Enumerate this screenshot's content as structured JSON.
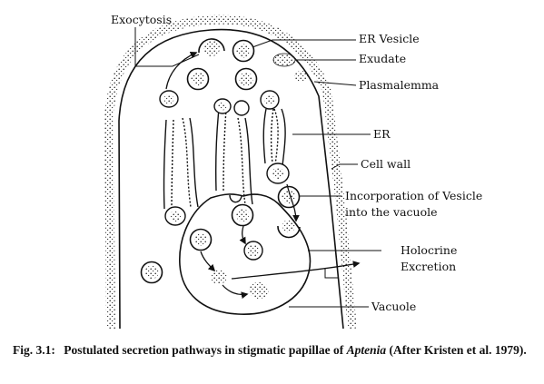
{
  "labels": {
    "exocytosis": "Exocytosis",
    "er_vesicle": "ER Vesicle",
    "exudate": "Exudate",
    "plasmalemma": "Plasmalemma",
    "er": "ER",
    "cell_wall": "Cell wall",
    "incorporation_line1": "Incorporation of Vesicle",
    "incorporation_line2": "into the vacuole",
    "holocrine_line1": "Holocrine",
    "holocrine_line2": "Excretion",
    "vacuole": "Vacuole"
  },
  "caption": {
    "number": "Fig. 3.1:",
    "text_before": "Postulated secretion pathways in stigmatic papillae of",
    "italic": "Aptenia",
    "text_after": "(After Kristen et al. 1979)."
  }
}
